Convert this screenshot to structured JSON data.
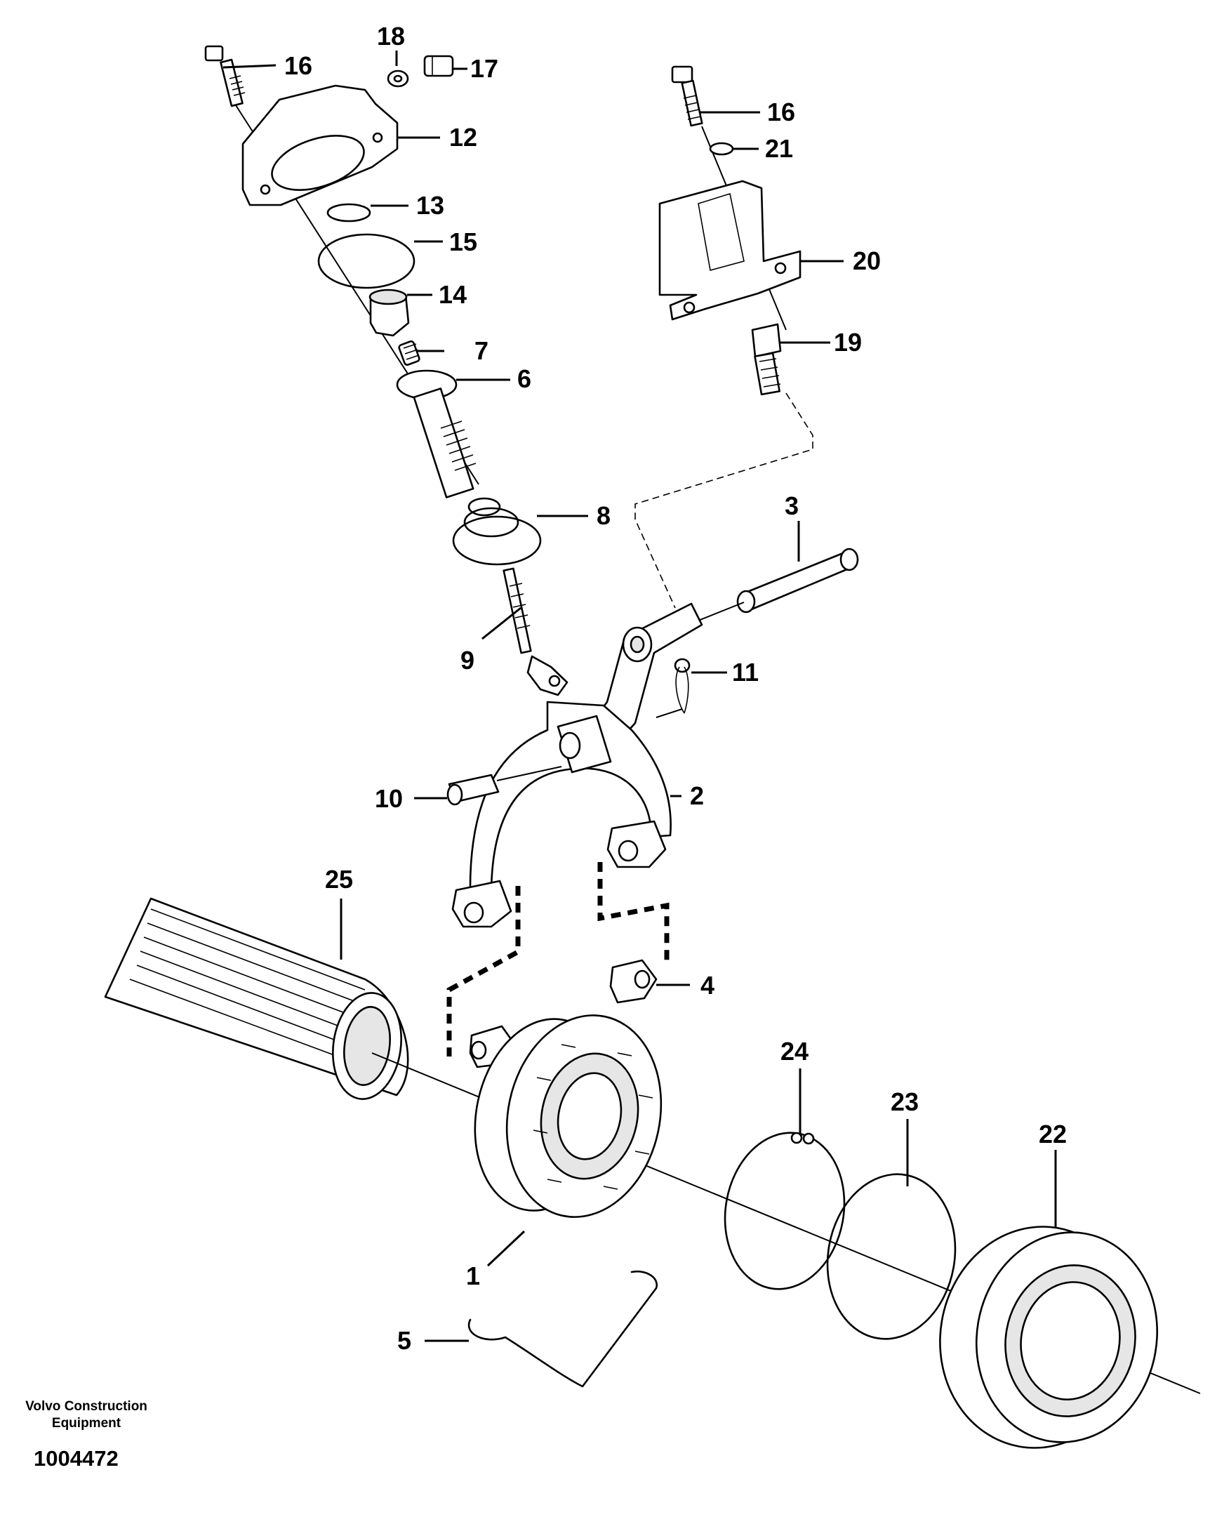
{
  "footer": {
    "company": "Volvo Construction Equipment",
    "drawing_number": "1004472"
  },
  "callouts": {
    "c16a": "16",
    "c18": "18",
    "c17": "17",
    "c12": "12",
    "c13": "13",
    "c15": "15",
    "c14": "14",
    "c7": "7",
    "c6": "6",
    "c16b": "16",
    "c21": "21",
    "c20": "20",
    "c19": "19",
    "c8": "8",
    "c3": "3",
    "c9": "9",
    "c11": "11",
    "c10": "10",
    "c2": "2",
    "c25": "25",
    "c4": "4",
    "c24": "24",
    "c23": "23",
    "c22": "22",
    "c1": "1",
    "c5": "5"
  }
}
